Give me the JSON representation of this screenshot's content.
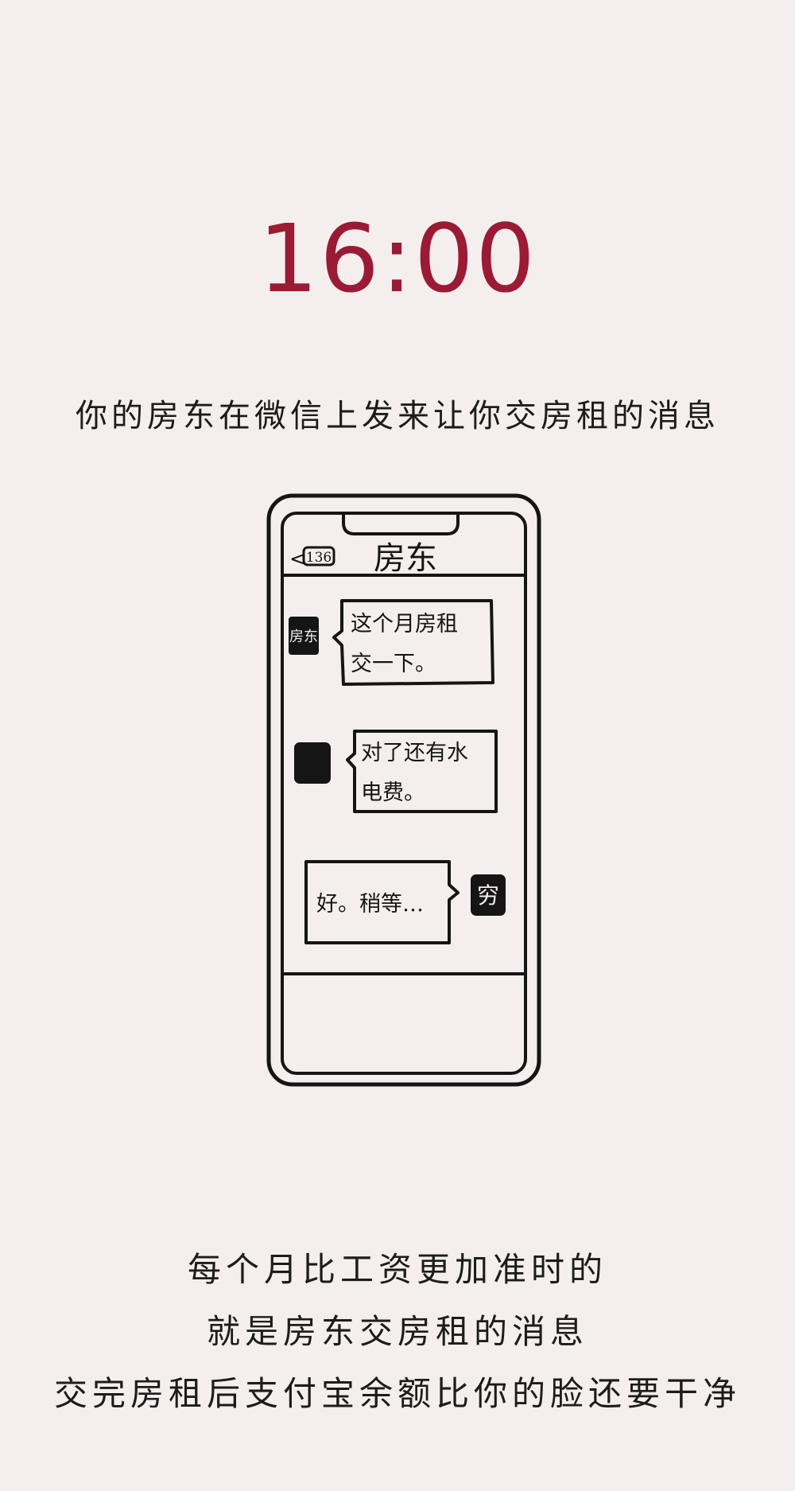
{
  "time": "16:00",
  "caption": "你的房东在微信上发来让你交房租的消息",
  "phone": {
    "back_arrow": "<",
    "unread_count": "136",
    "chat_title": "房东",
    "messages": [
      {
        "side": "left",
        "avatar_text": "房东",
        "line1": "这个月房租",
        "line2": "交一下。"
      },
      {
        "side": "left",
        "avatar_text": "",
        "line1": "对了还有水",
        "line2": "电费。"
      },
      {
        "side": "right",
        "avatar_text": "穷",
        "line1": "好。稍等…",
        "line2": ""
      }
    ]
  },
  "footer": {
    "line1": "每个月比工资更加准时的",
    "line2": "就是房东交房租的消息",
    "line3": "交完房租后支付宝余额比你的脸还要干净"
  }
}
